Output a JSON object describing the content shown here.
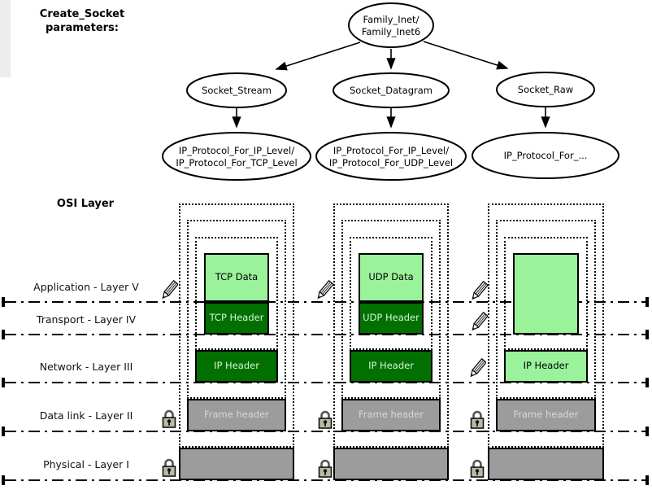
{
  "header": {
    "title_line1": "Create_Socket",
    "title_line2": "parameters:"
  },
  "tree": {
    "root": {
      "line1": "Family_Inet/",
      "line2": "Family_Inet6"
    },
    "level2": [
      {
        "label": "Socket_Stream"
      },
      {
        "label": "Socket_Datagram"
      },
      {
        "label": "Socket_Raw"
      }
    ],
    "level3": [
      {
        "line1": "IP_Protocol_For_IP_Level/",
        "line2": "IP_Protocol_For_TCP_Level"
      },
      {
        "line1": "IP_Protocol_For_IP_Level/",
        "line2": "IP_Protocol_For_UDP_Level"
      },
      {
        "line1": "IP_Protocol_For_..."
      }
    ]
  },
  "osi": {
    "heading": "OSI Layer",
    "layers": [
      {
        "label": "Application - Layer V"
      },
      {
        "label": "Transport - Layer IV"
      },
      {
        "label": "Network - Layer III"
      },
      {
        "label": "Data link - Layer II"
      },
      {
        "label": "Physical - Layer I"
      }
    ]
  },
  "columns": [
    {
      "name": "tcp",
      "data_label": "TCP Data",
      "transport_header": "TCP Header",
      "network_header": "IP Header",
      "frame_header": "Frame header"
    },
    {
      "name": "udp",
      "data_label": "UDP Data",
      "transport_header": "UDP Header",
      "network_header": "IP Header",
      "frame_header": "Frame header"
    },
    {
      "name": "raw",
      "data_label": "",
      "network_header": "IP Header",
      "frame_header": "Frame header"
    }
  ],
  "icons": {
    "pencil": "pencil-icon (user writes this layer)",
    "lock": "lock-icon (layer not accessible)"
  },
  "colors": {
    "data_green": "#9af29a",
    "header_green": "#017001",
    "frame_gray": "#9c9c9c",
    "line_black": "#000000",
    "background": "#ffffff"
  }
}
